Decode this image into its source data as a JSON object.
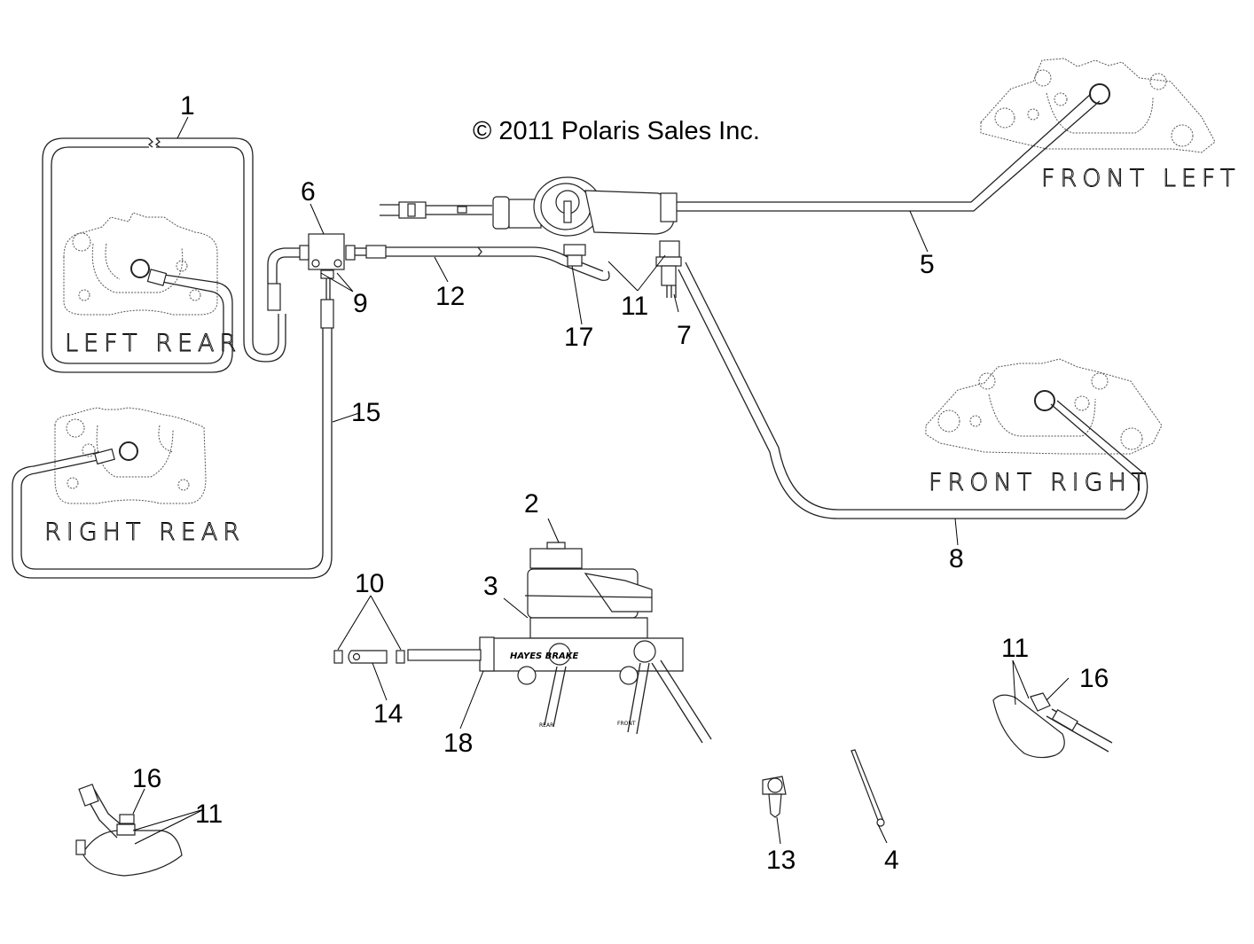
{
  "copyright": "© 2011 Polaris Sales Inc.",
  "locations": {
    "front_left": "FRONT LEFT",
    "front_right": "FRONT RIGHT",
    "left_rear": "LEFT REAR",
    "right_rear": "RIGHT REAR"
  },
  "master_cylinder": {
    "brand_text": "HAYES BRAKE",
    "port_rear": "REAR",
    "port_front": "FRONT"
  },
  "callouts": {
    "c1": "1",
    "c2": "2",
    "c3": "3",
    "c4": "4",
    "c5": "5",
    "c6": "6",
    "c7": "7",
    "c8": "8",
    "c9": "9",
    "c10": "10",
    "c11_top": "11",
    "c11_right": "11",
    "c11_bottom": "11",
    "c12": "12",
    "c13": "13",
    "c14": "14",
    "c15": "15",
    "c16_right": "16",
    "c16_bottom": "16",
    "c17": "17",
    "c18": "18"
  }
}
